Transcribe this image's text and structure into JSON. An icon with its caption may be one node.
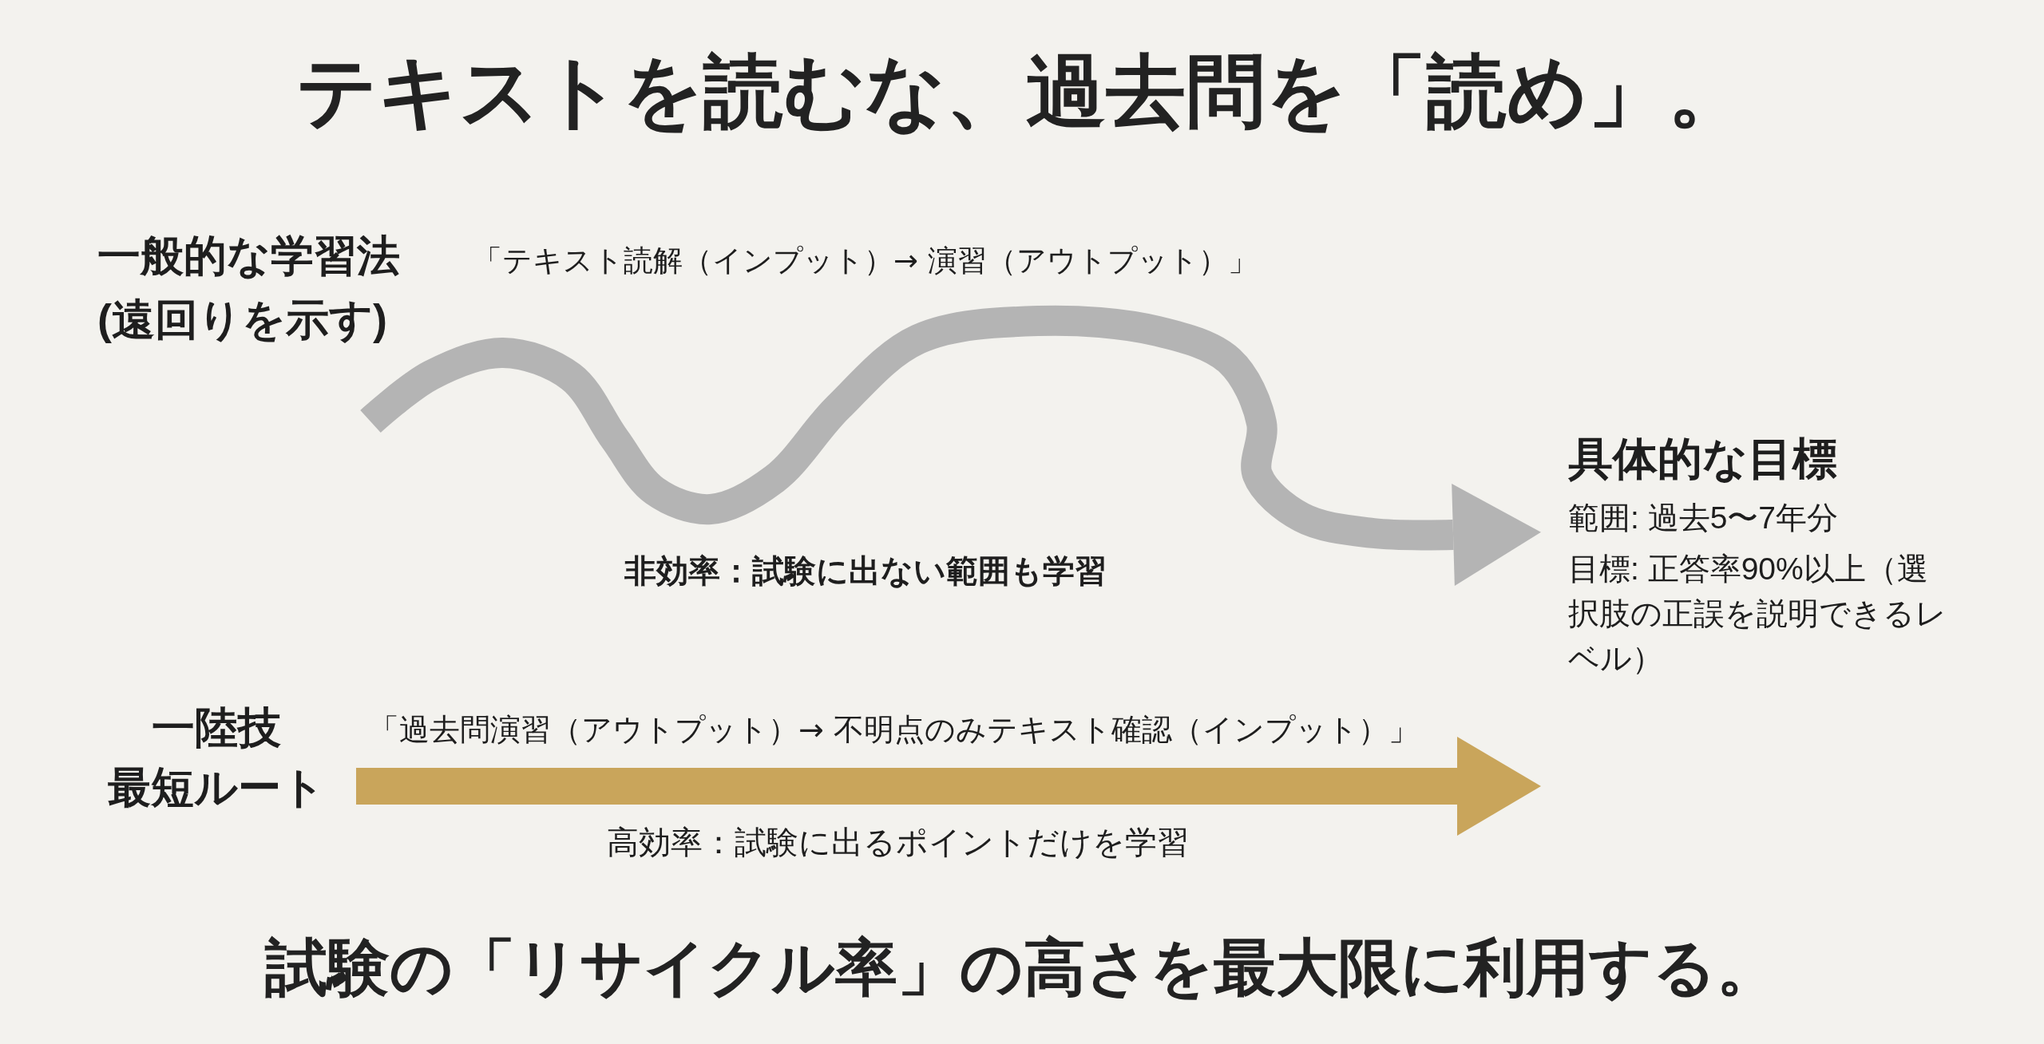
{
  "diagram": {
    "title": "テキストを読むな、過去問を「読め」。",
    "caption": "試験の「リサイクル率」の高さを最大限に利用する。",
    "nodes": [
      {
        "text": [
          "一般的な学習法(遠回りを示す)"
        ]
      },
      {
        "text": [
          "具体的な目標",
          "範囲: 過去5〜7年分",
          "目標: 正答率90%以上（選択肢の正誤を説明できるレベル）"
        ]
      },
      {
        "text": [
          "一陸技最短ルート"
        ]
      }
    ],
    "edges": [
      {
        "from": 0,
        "to": 1,
        "arrow": "to",
        "label": "「テキスト読解（インプット）→ 演習（アウトプット）」",
        "color": "#b4b4b4"
      },
      {
        "from": 2,
        "to": 1,
        "arrow": "to",
        "label": "「過去問演習（アウトプット）→ 不明点のみテキスト確認（インプット）」",
        "color": "#c9a55b"
      }
    ],
    "labels": [
      "非効率：試験に出ない範囲も学習",
      "高効率：試験に出るポイントだけを学習"
    ]
  }
}
